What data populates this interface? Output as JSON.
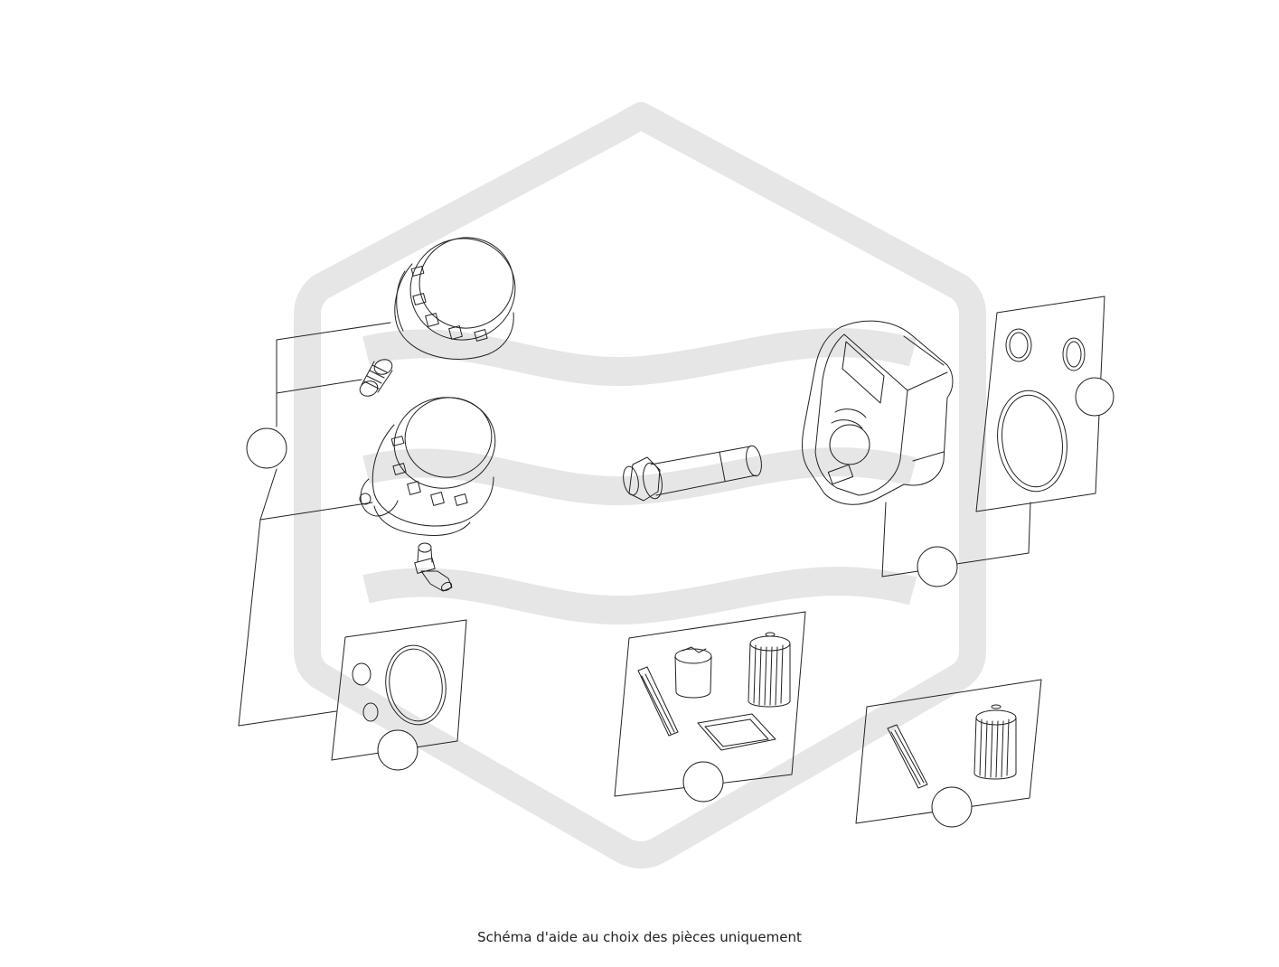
{
  "caption": "Schéma d'aide au choix des pièces uniquement",
  "colors": {
    "line": "#222222",
    "watermark": "#e6e6e6",
    "background": "#ffffff"
  },
  "icons": {
    "watermark": "hexagon-wave-logo-watermark"
  },
  "callouts": [
    {
      "id": "callout-filter-housings"
    },
    {
      "id": "callout-cooler-seals"
    },
    {
      "id": "callout-oil-cooler"
    },
    {
      "id": "callout-housing-seals"
    },
    {
      "id": "callout-filter-kit-large"
    },
    {
      "id": "callout-filter-kit-small"
    }
  ]
}
